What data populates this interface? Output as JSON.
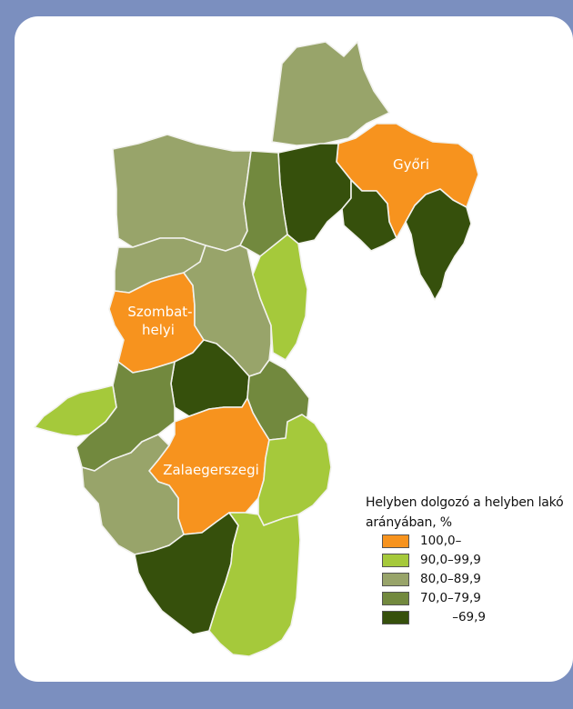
{
  "map": {
    "classes": {
      "c100": {
        "color": "#f7931e",
        "label": "100,0–"
      },
      "c90": {
        "color": "#a5c93b",
        "label": "90,0–99,9"
      },
      "c80": {
        "color": "#98a46a",
        "label": "80,0–89,9"
      },
      "c70": {
        "color": "#72893e",
        "label": "70,0–79,9"
      },
      "c60": {
        "color": "#36500c",
        "label": "–69,9"
      }
    },
    "labels": {
      "gyori": "Győri",
      "szombathelyi_1": "Szombat-",
      "szombathelyi_2": "helyi",
      "zalaegerszegi": "Zalaegerszegi"
    }
  },
  "legend": {
    "title_line1": "Helyben dolgozó a helyben lakó",
    "title_line2": "arányában, %",
    "items": [
      {
        "label": "100,0–",
        "color": "#f7931e"
      },
      {
        "label": "90,0–99,9",
        "color": "#a5c93b"
      },
      {
        "label": "80,0–89,9",
        "color": "#98a46a"
      },
      {
        "label": "70,0–79,9",
        "color": "#72893e"
      },
      {
        "label": "–69,9",
        "color": "#36500c"
      }
    ]
  }
}
